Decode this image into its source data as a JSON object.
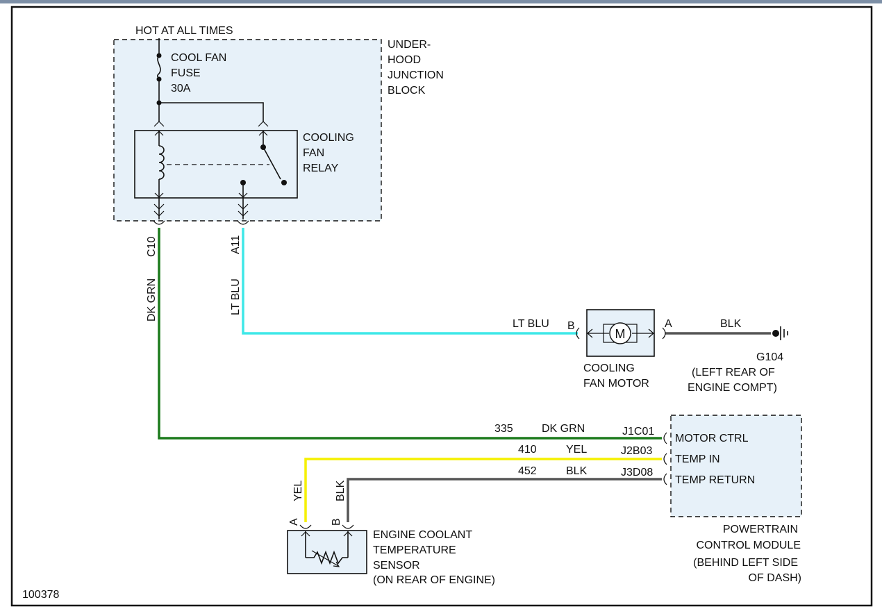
{
  "colors": {
    "dk_grn": "#1c7a1c",
    "lt_blu": "#3ee8e8",
    "yel": "#f5f000",
    "blk": "#555555",
    "box_fill": "#e7f1f9"
  },
  "labels": {
    "hot_at_all_times": "HOT AT ALL TIMES",
    "underhood_block": [
      "UNDER-",
      "HOOD",
      "JUNCTION",
      "BLOCK"
    ],
    "fuse": [
      "COOL FAN",
      "FUSE",
      "30A"
    ],
    "relay": [
      "COOLING",
      "FAN",
      "RELAY"
    ],
    "motor_symbol": "M",
    "motor_name": [
      "COOLING",
      "FAN MOTOR"
    ],
    "ground": [
      "G104",
      "(LEFT REAR OF",
      "ENGINE COMPT)"
    ],
    "pcm_name": [
      "POWERTRAIN",
      "CONTROL MODULE",
      "(BEHIND LEFT SIDE",
      "OF DASH)"
    ],
    "pcm_pins": [
      "MOTOR CTRL",
      "TEMP IN",
      "TEMP RETURN"
    ],
    "sensor_name": [
      "ENGINE COOLANT",
      "TEMPERATURE",
      "SENSOR",
      "(ON REAR OF ENGINE)"
    ],
    "figure_id": "100378"
  },
  "wires": {
    "c10_pin": "C10",
    "c10_color": "DK GRN",
    "a11_pin": "A11",
    "a11_color": "LT BLU",
    "motor_feed_color": "LT BLU",
    "motor_pin_b": "B",
    "motor_pin_a": "A",
    "ground_color": "BLK",
    "w335": {
      "circuit": "335",
      "color": "DK GRN",
      "connector": "J1C01"
    },
    "w410": {
      "circuit": "410",
      "color": "YEL",
      "connector": "J2B03"
    },
    "w452": {
      "circuit": "452",
      "color": "BLK",
      "connector": "J3D08"
    },
    "sensor_pin_a": "A",
    "sensor_pin_b": "B",
    "sensor_yel": "YEL",
    "sensor_blk": "BLK"
  }
}
